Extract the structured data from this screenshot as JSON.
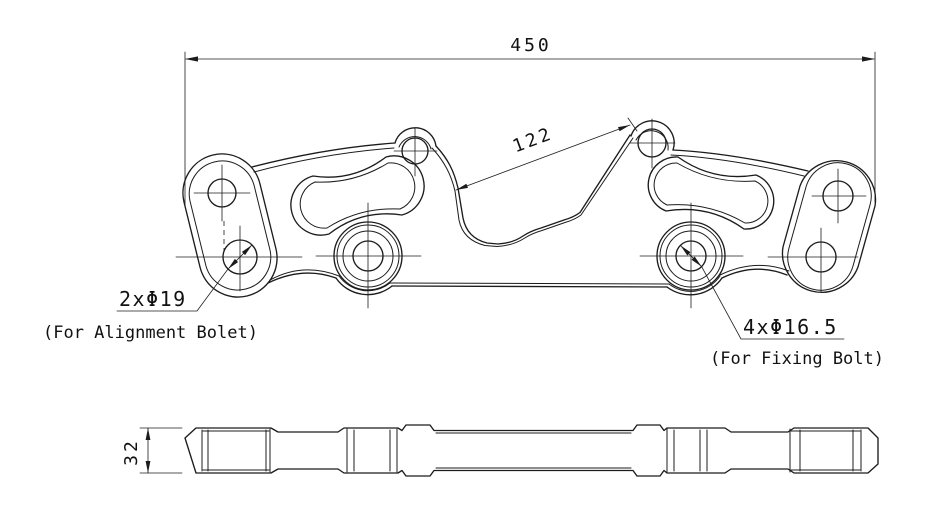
{
  "title": "bracket-technical-drawing",
  "colors": {
    "background": "#ffffff",
    "line": "#1c1c1c",
    "text": "#111111"
  },
  "dimensions": {
    "overall_width": "450",
    "recess_length": "122",
    "thickness": "32"
  },
  "callouts": {
    "alignment_holes": {
      "label": "2xΦ19",
      "note": "(For Alignment Bolet)"
    },
    "fixing_holes": {
      "label": "4xΦ16.5",
      "note": "(For Fixing Bolt)"
    }
  }
}
